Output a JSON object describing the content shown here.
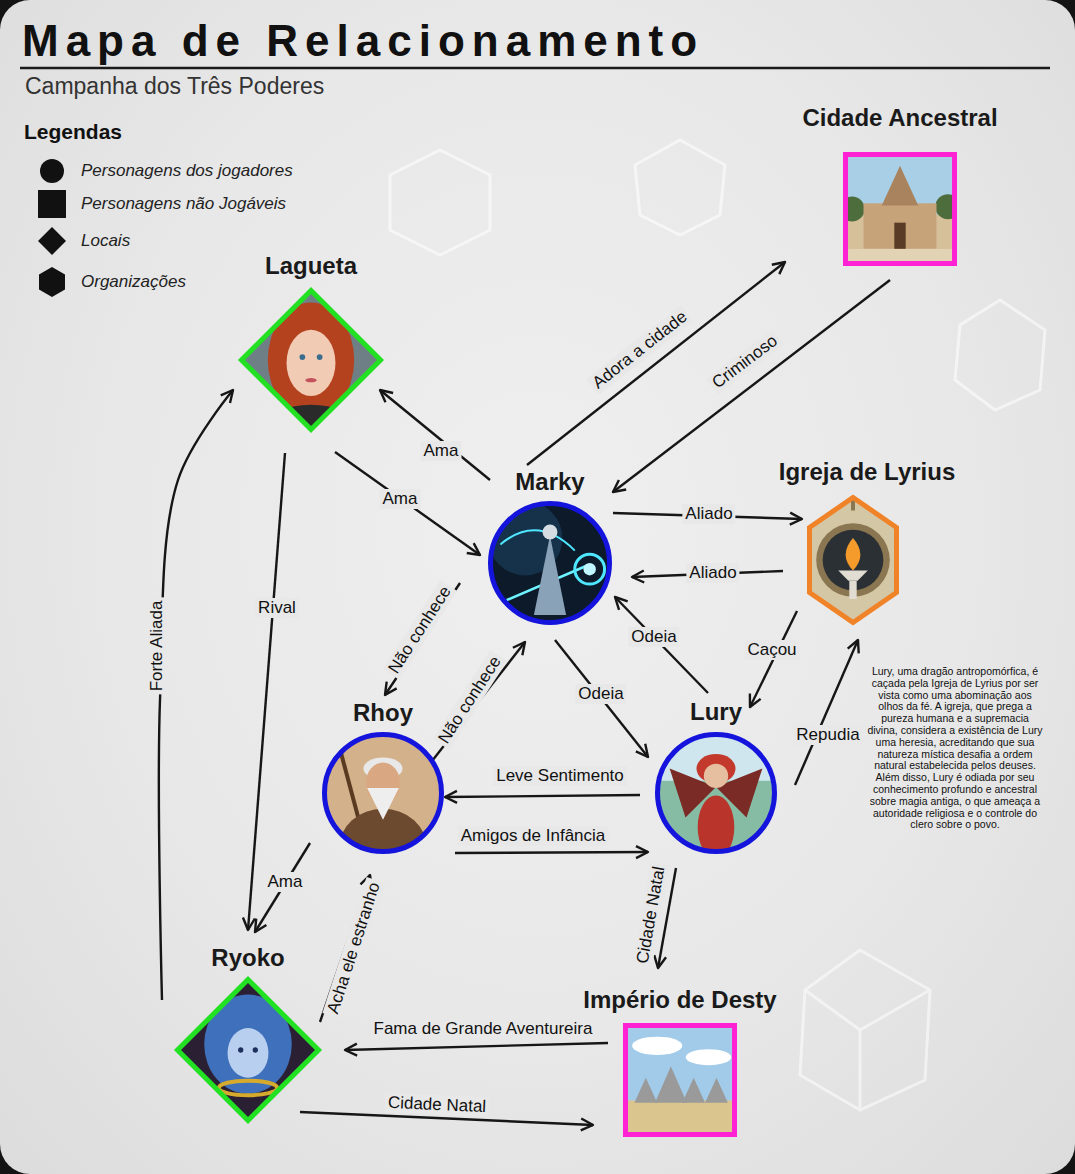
{
  "diagram": {
    "title": "Mapa de Relacionamento",
    "caption": "Campanha dos Três Poderes",
    "nodes": [
      {
        "text": [
          "Cidade Ancestral"
        ]
      },
      {
        "text": [
          "Lagueta"
        ]
      },
      {
        "text": [
          "Marky"
        ]
      },
      {
        "text": [
          "Igreja de Lyrius"
        ]
      },
      {
        "text": [
          "Rhoy"
        ]
      },
      {
        "text": [
          "Lury"
        ]
      },
      {
        "text": [
          "Ryoko"
        ]
      },
      {
        "text": [
          "Império de Desty"
        ]
      }
    ],
    "edges": [
      {
        "from": 2,
        "to": 1,
        "arrow": "to",
        "label": "Ama"
      },
      {
        "from": 1,
        "to": 2,
        "arrow": "to",
        "label": "Ama"
      },
      {
        "from": 2,
        "to": 0,
        "arrow": "to",
        "label": "Adora a cidade"
      },
      {
        "from": 0,
        "to": 2,
        "arrow": "to",
        "label": "Criminoso"
      },
      {
        "from": 2,
        "to": 3,
        "arrow": "to",
        "label": "Aliado"
      },
      {
        "from": 3,
        "to": 2,
        "arrow": "to",
        "label": "Aliado"
      },
      {
        "from": 5,
        "to": 2,
        "arrow": "to",
        "label": "Odeia"
      },
      {
        "from": 2,
        "to": 5,
        "arrow": "to",
        "label": "Odeia"
      },
      {
        "from": 3,
        "to": 5,
        "arrow": "to",
        "label": "Caçou"
      },
      {
        "from": 5,
        "to": 3,
        "arrow": "to",
        "label": "Repudia"
      },
      {
        "from": 2,
        "to": 4,
        "arrow": "to",
        "label": "Não conhece"
      },
      {
        "from": 4,
        "to": 2,
        "arrow": "to",
        "label": "Não conhece"
      },
      {
        "from": 5,
        "to": 4,
        "arrow": "to",
        "label": "Leve Sentimento"
      },
      {
        "from": 4,
        "to": 5,
        "arrow": "to",
        "label": "Amigos de Infância"
      },
      {
        "from": 5,
        "to": 7,
        "arrow": "to",
        "label": "Cidade Natal"
      },
      {
        "from": 7,
        "to": 6,
        "arrow": "to",
        "label": "Fama de Grande Aventureira"
      },
      {
        "from": 6,
        "to": 7,
        "arrow": "to",
        "label": "Cidade Natal"
      },
      {
        "from": 6,
        "to": 4,
        "arrow": "to",
        "label": "Acha ele estranho"
      },
      {
        "from": 4,
        "to": 6,
        "arrow": "to",
        "label": "Ama"
      },
      {
        "from": 1,
        "to": 6,
        "arrow": "to",
        "label": "Rival"
      },
      {
        "from": 6,
        "to": 1,
        "arrow": "to",
        "label": "Forte Aliada"
      }
    ],
    "labels": [
      "Legendas",
      "Lury, uma dragão antropomórfica, é caçada pela Igreja de Lyrius por ser vista como uma abominação aos olhos da fé. A igreja, que prega a pureza humana e a supremacia divina, considera a existência de Lury uma heresia, acreditando que sua natureza mística desafia a ordem natural estabelecida pelos deuses. Além disso, Lury é odiada por seu conhecimento profundo e ancestral sobre magia antiga, o que ameaça a autoridade religiosa e o controle do clero sobre o povo."
    ],
    "legend": [
      {
        "text": "Personagens dos jogadores"
      },
      {
        "text": "Personagens não Jogáveis"
      },
      {
        "text": "Locais"
      },
      {
        "text": "Organizações"
      }
    ]
  }
}
